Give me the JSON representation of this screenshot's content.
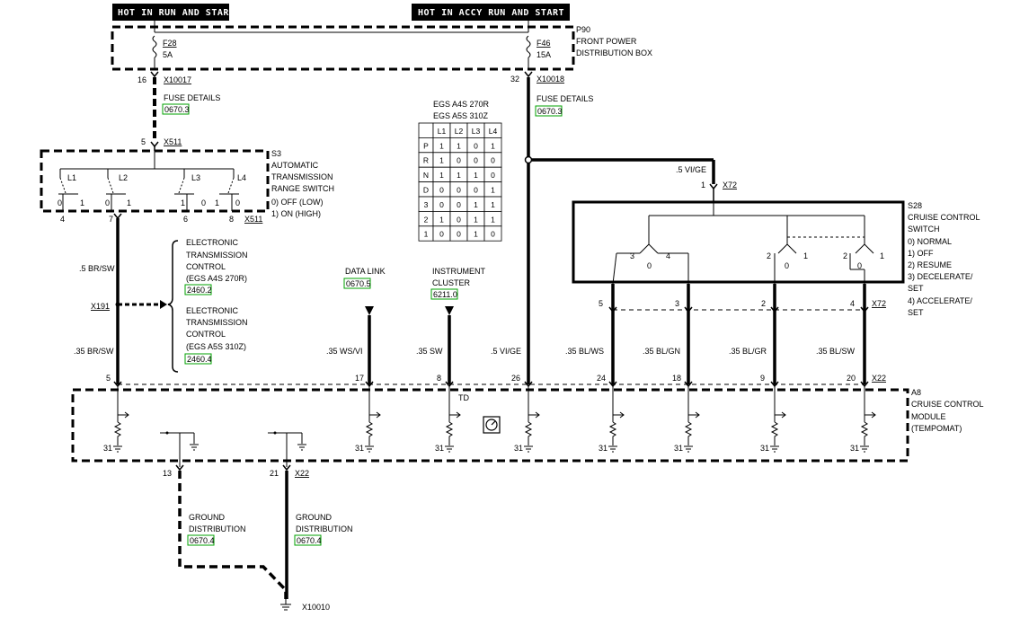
{
  "headers": {
    "left": "HOT IN RUN AND START",
    "right": "HOT IN ACCY RUN AND START"
  },
  "p90": {
    "id": "P90",
    "line1": "FRONT POWER",
    "line2": "DISTRIBUTION BOX",
    "fuse1_id": "F28",
    "fuse1_rating": "5A",
    "fuse2_id": "F46",
    "fuse2_rating": "15A"
  },
  "connectors": {
    "x10017": "X10017",
    "x10017_pin": "16",
    "x10018": "X10018",
    "x10018_pin": "32",
    "x511": "X511",
    "x511_pin": "5",
    "x511_b": "X511",
    "x191": "X191",
    "x72_top": "X72",
    "x72_top_pin": "1",
    "x72_mid": "X72",
    "x22_mid": "X22",
    "x22_bot": "X22",
    "x10010": "X10010"
  },
  "fuse_details": {
    "left_label": "FUSE DETAILS",
    "left_ref": "0670.3",
    "right_label": "FUSE DETAILS",
    "right_ref": "0670.3"
  },
  "egs_table": {
    "title1": "EGS A4S 270R",
    "title2": "EGS A5S 310Z",
    "columns": [
      "",
      "L1",
      "L2",
      "L3",
      "L4"
    ],
    "rows": [
      [
        "P",
        "1",
        "1",
        "0",
        "1"
      ],
      [
        "R",
        "1",
        "0",
        "0",
        "0"
      ],
      [
        "N",
        "1",
        "1",
        "1",
        "0"
      ],
      [
        "D",
        "0",
        "0",
        "0",
        "1"
      ],
      [
        "3",
        "0",
        "0",
        "1",
        "1"
      ],
      [
        "2",
        "1",
        "0",
        "1",
        "1"
      ],
      [
        "1",
        "0",
        "0",
        "1",
        "0"
      ]
    ]
  },
  "s3": {
    "id": "S3",
    "line1": "AUTOMATIC",
    "line2": "TRANSMISSION",
    "line3": "RANGE SWITCH",
    "state0": "0)   OFF (LOW)",
    "state1": "1)   ON (HIGH)",
    "switches": [
      "L1",
      "L2",
      "L3",
      "L4"
    ],
    "pins": [
      "4",
      "7",
      "6",
      "8"
    ]
  },
  "s28": {
    "id": "S28",
    "line1": "CRUISE CONTROL",
    "line2": "SWITCH",
    "states": [
      "0)   NORMAL",
      "1)   OFF",
      "2)   RESUME",
      "3)   DECELERATE/",
      "      SET",
      "4)   ACCELERATE/",
      "      SET"
    ],
    "pins": [
      "5",
      "3",
      "2",
      "4"
    ]
  },
  "egs_refs": {
    "a_line1": "ELECTRONIC",
    "a_line2": "TRANSMISSION",
    "a_line3": "CONTROL",
    "a_line4": "(EGS A4S 270R)",
    "a_ref": "2460.2",
    "b_line1": "ELECTRONIC",
    "b_line2": "TRANSMISSION",
    "b_line3": "CONTROL",
    "b_line4": "(EGS A5S 310Z)",
    "b_ref": "2460.4"
  },
  "links": {
    "datalink_label": "DATA LINK",
    "datalink_ref": "0670.5",
    "cluster_line1": "INSTRUMENT",
    "cluster_line2": "CLUSTER",
    "cluster_ref": "6211.0"
  },
  "wires": {
    "br_sw": ".5 BR/SW",
    "br_sw_35": ".35 BR/SW",
    "ws_vi": ".35 WS/VI",
    "sw": ".35 SW",
    "vi_ge_bottom": ".5 VI/GE",
    "vi_ge_top": ".5 VI/GE",
    "bl_ws": ".35 BL/WS",
    "bl_gn": ".35 BL/GN",
    "bl_gr": ".35 BL/GR",
    "bl_sw": ".35 BL/SW"
  },
  "a8": {
    "id": "A8",
    "line1": "CRUISE CONTROL",
    "line2": "MODULE",
    "line3": "(TEMPOMAT)",
    "td": "TD",
    "top_pins": [
      "5",
      "17",
      "8",
      "26",
      "24",
      "18",
      "9",
      "20"
    ],
    "ground_label": "31",
    "bottom_pins": [
      "13",
      "21"
    ]
  },
  "ground": {
    "line1": "GROUND",
    "line2": "DISTRIBUTION",
    "ref_left": "0670.4",
    "ref_right": "0670.4"
  }
}
